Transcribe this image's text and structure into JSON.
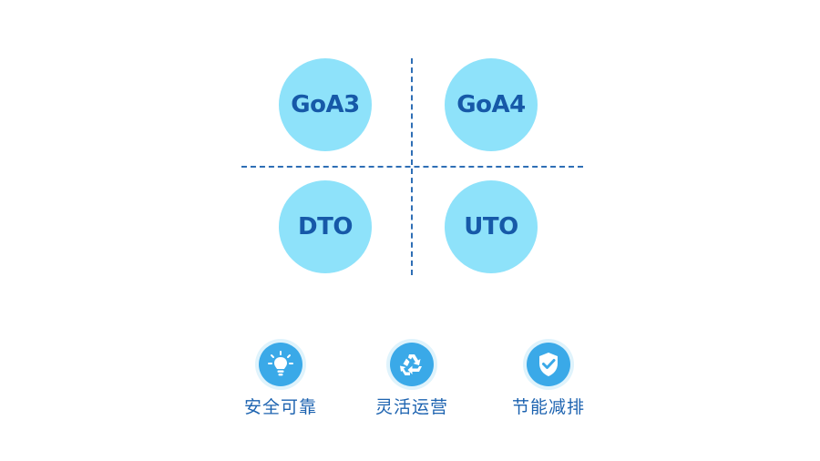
{
  "modes": {
    "top_left": "GoA3",
    "top_right": "GoA4",
    "bottom_left": "DTO",
    "bottom_right": "UTO"
  },
  "features": [
    {
      "label": "安全可靠",
      "icon": "lightbulb-icon"
    },
    {
      "label": "灵活运营",
      "icon": "recycle-icon"
    },
    {
      "label": "节能减排",
      "icon": "shield-check-icon"
    }
  ],
  "colors": {
    "circle_fill": "#8ee2fa",
    "mode_text": "#1659a8",
    "divider": "#2e6eb5",
    "badge_fill": "#3aa9e8",
    "badge_ring": "#dff3fc",
    "feature_text": "#1d63b0"
  }
}
